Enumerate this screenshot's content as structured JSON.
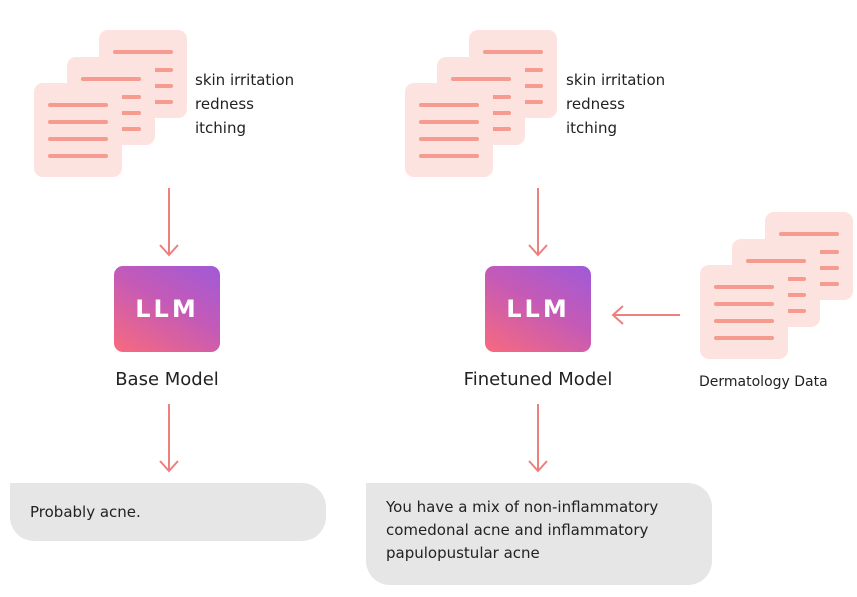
{
  "left": {
    "symptoms": [
      "skin irritation",
      "redness",
      "itching"
    ],
    "llm_label": "LLM",
    "model_label": "Base Model",
    "output": "Probably acne."
  },
  "right": {
    "symptoms": [
      "skin irritation",
      "redness",
      "itching"
    ],
    "llm_label": "LLM",
    "model_label": "Finetuned Model",
    "data_label": "Dermatology Data",
    "output": "You have a mix of non-inflammatory comedonal acne and inflammatory papulopustular acne"
  },
  "colors": {
    "doc_fill": "#fde3df",
    "doc_line": "#f59b8f",
    "arrow": "#ee7f7f",
    "llm_gradient_start": "#f86a7e",
    "llm_gradient_end": "#a05ad8",
    "bubble": "#e6e6e6"
  },
  "icons": {
    "documents": "document-stack-icon"
  }
}
